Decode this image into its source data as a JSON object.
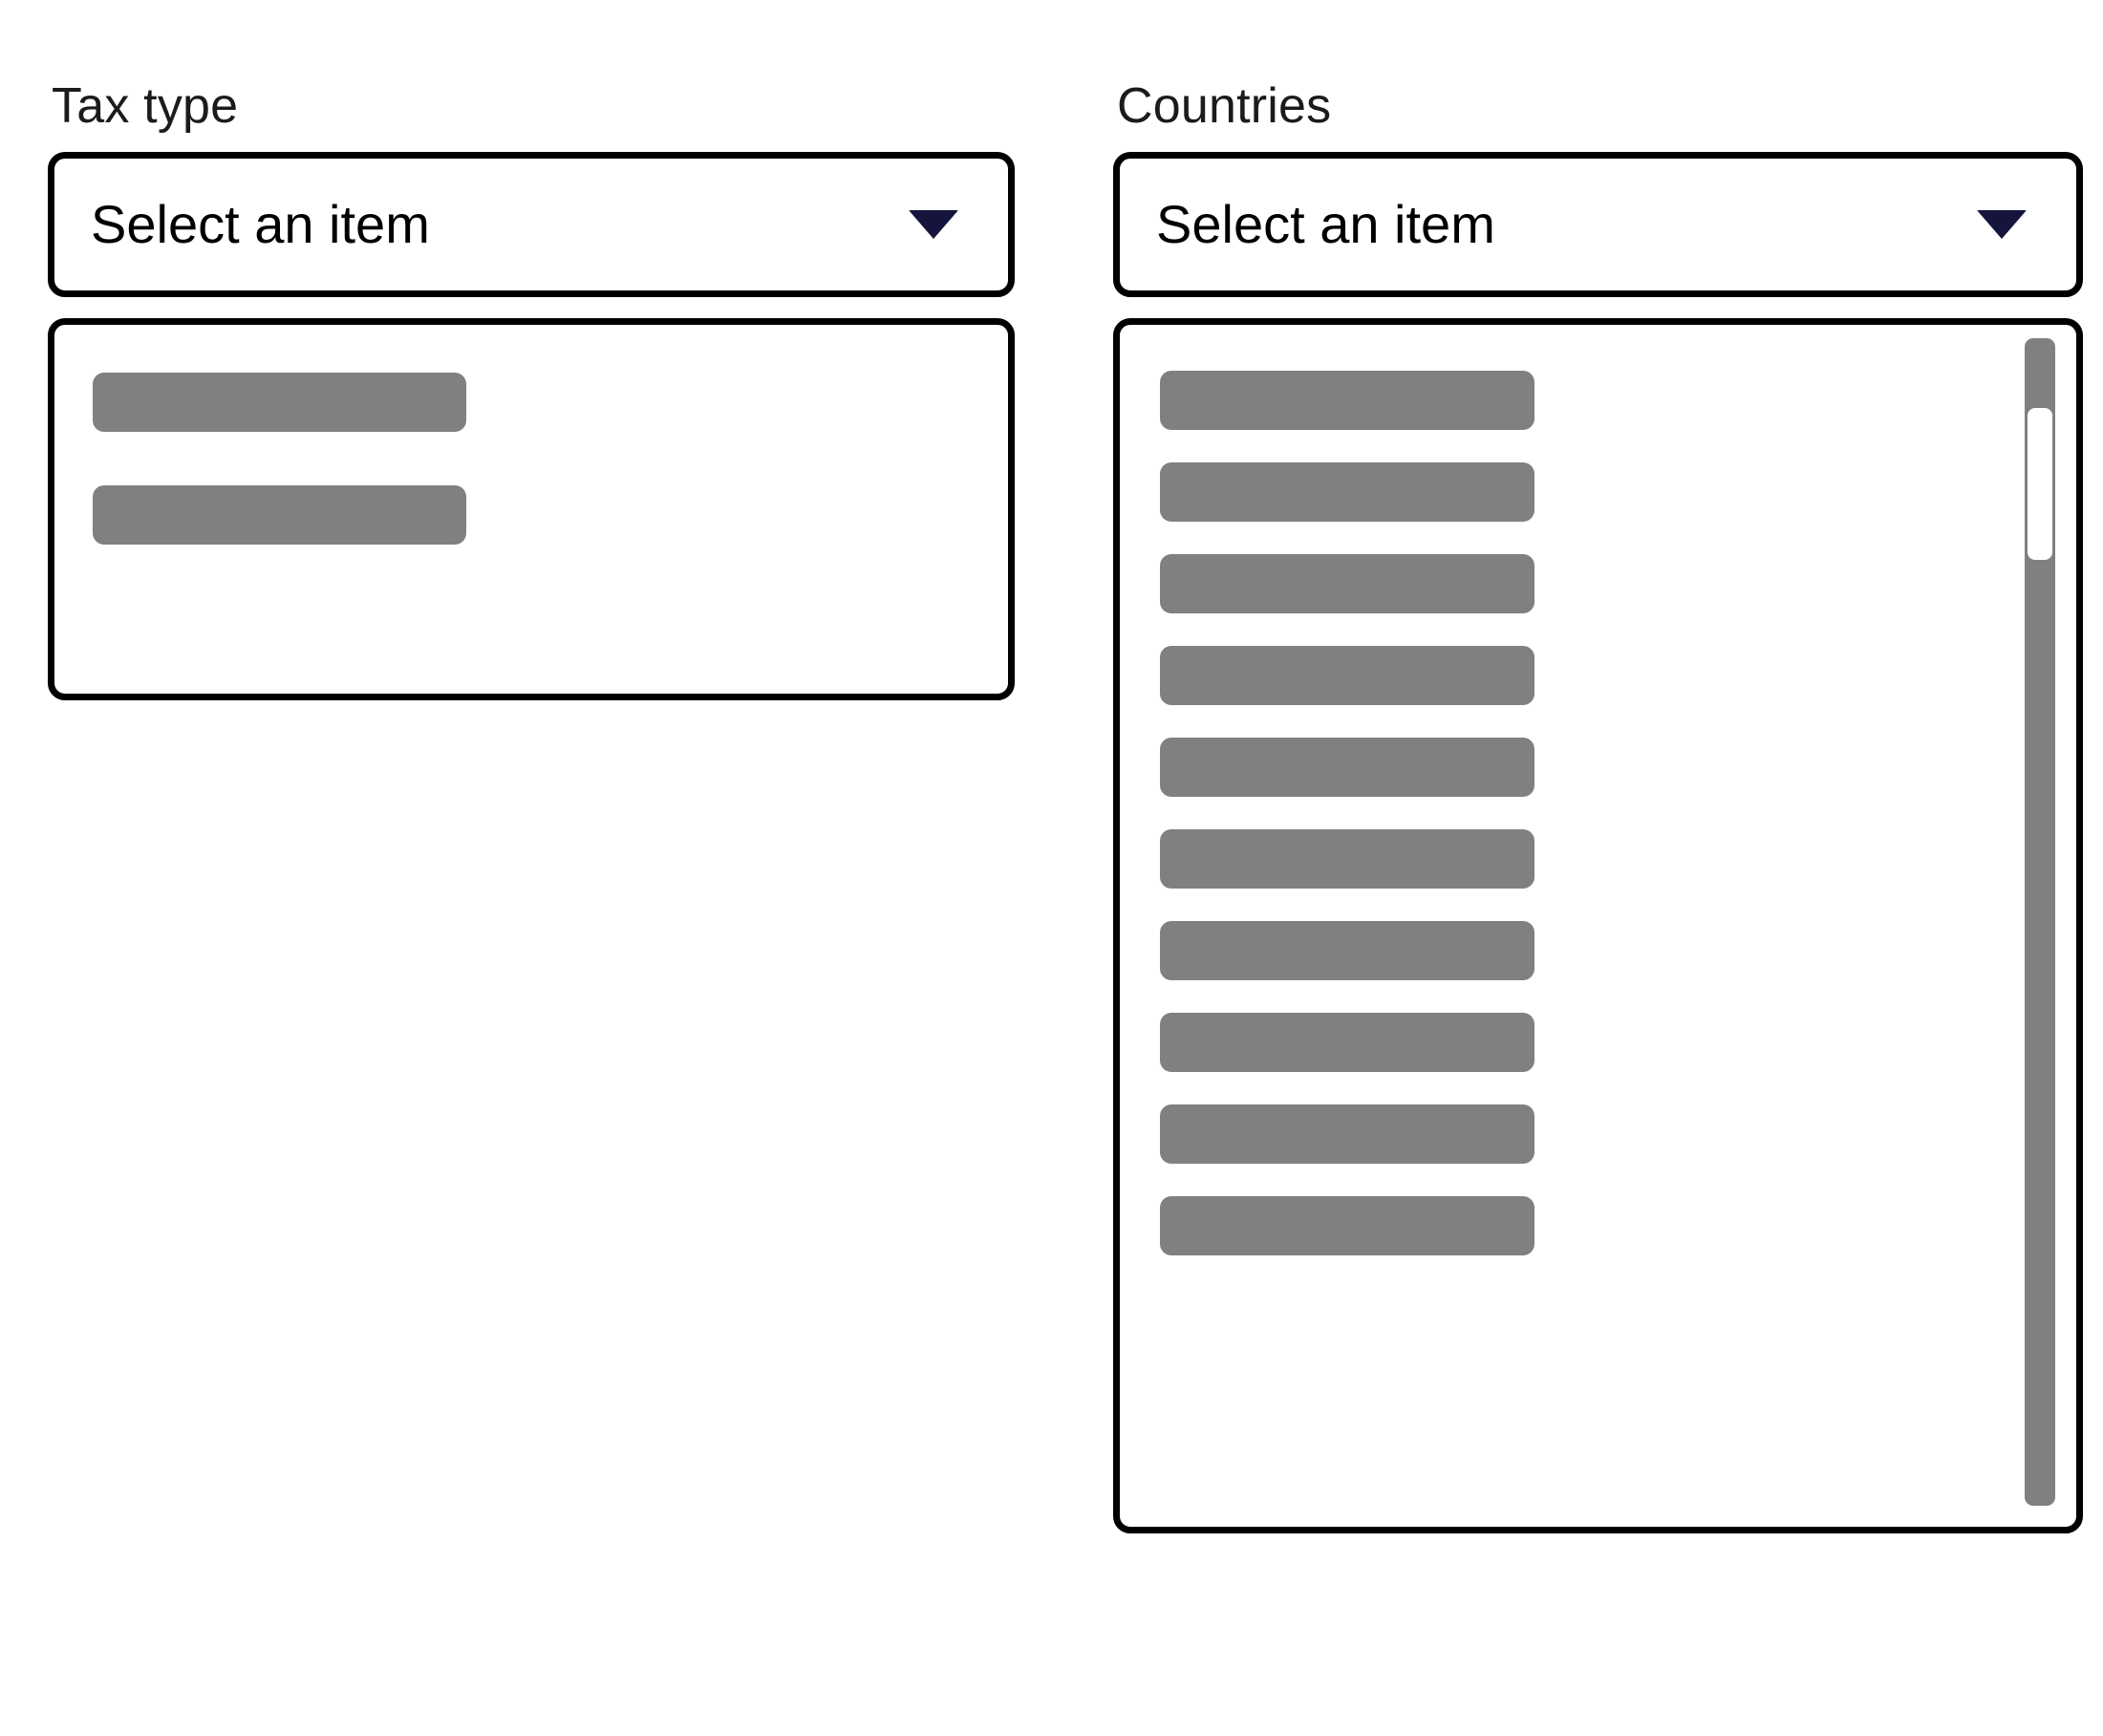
{
  "theme": {
    "border_color": "#000000",
    "caret_color": "#14143c",
    "skeleton_color": "#808080",
    "panel_background": "#ffffff",
    "page_background": "#ffffff",
    "text_color": "#000000"
  },
  "fields": [
    {
      "id": "tax-type",
      "label": "Tax type",
      "select": {
        "value": "Select an item",
        "placeholder": "Select an item",
        "caret_icon": "chevron-down-icon",
        "expanded": true
      },
      "dropdown": {
        "state": "loading",
        "item_count": 2,
        "items": [
          "",
          ""
        ],
        "has_scrollbar": false
      }
    },
    {
      "id": "countries",
      "label": "Countries",
      "select": {
        "value": "Select an item",
        "placeholder": "Select an item",
        "caret_icon": "chevron-down-icon",
        "expanded": true
      },
      "dropdown": {
        "state": "loading",
        "item_count": 10,
        "items": [
          "",
          "",
          "",
          "",
          "",
          "",
          "",
          "",
          "",
          ""
        ],
        "has_scrollbar": true,
        "scrollbar": {
          "thumb_top_pct": 6,
          "thumb_height_pct": 13
        }
      }
    }
  ]
}
